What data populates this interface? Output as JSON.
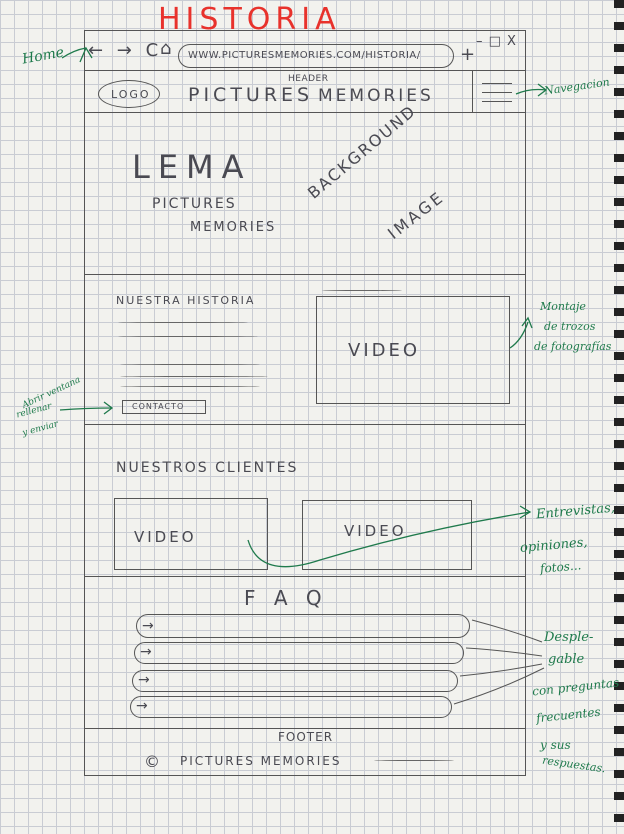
{
  "title": "HISTORIA",
  "browser": {
    "nav_glyphs": "← → C",
    "url": "WWW.PICTURESMEMORIES.COM/HISTORIA/",
    "plus": "+",
    "window_controls": "– □ X"
  },
  "header": {
    "logo": "LOGO",
    "brand_left": "PICTURES",
    "brand_right": "MEMORIES",
    "label": "HEADER"
  },
  "hero": {
    "lema": "LEMA",
    "sub1": "PICTURES",
    "sub2": "MEMORIES",
    "bg_line1": "BACKGROUND",
    "bg_line2": "IMAGE"
  },
  "historia": {
    "title": "NUESTRA HISTORIA",
    "button": "CONTACTO",
    "video": "VIDEO"
  },
  "clientes": {
    "title": "NUESTROS CLIENTES",
    "video1": "VIDEO",
    "video2": "VIDEO"
  },
  "faq": {
    "title": "F A Q"
  },
  "footer": {
    "label": "FOOTER",
    "copyright_symbol": "©",
    "brand": "PICTURES MEMORIES"
  },
  "annotations": {
    "home": "Home",
    "navegacion": "Navegacion",
    "montaje": [
      "Montaje",
      "de trozos",
      "de fotografías"
    ],
    "abrir": [
      "Abrir ventana",
      "rellenar",
      "y enviar"
    ],
    "entrevistas": [
      "Entrevistas,",
      "opiniones,",
      "fotos..."
    ],
    "desplegable": [
      "Desple-",
      "gable",
      "con preguntas",
      "frecuentes",
      "y sus",
      "respuestas."
    ]
  },
  "colors": {
    "red": "#e8322c",
    "green": "#1f7a4c",
    "pencil": "#4a4a52",
    "paper": "#f2f2ee"
  }
}
